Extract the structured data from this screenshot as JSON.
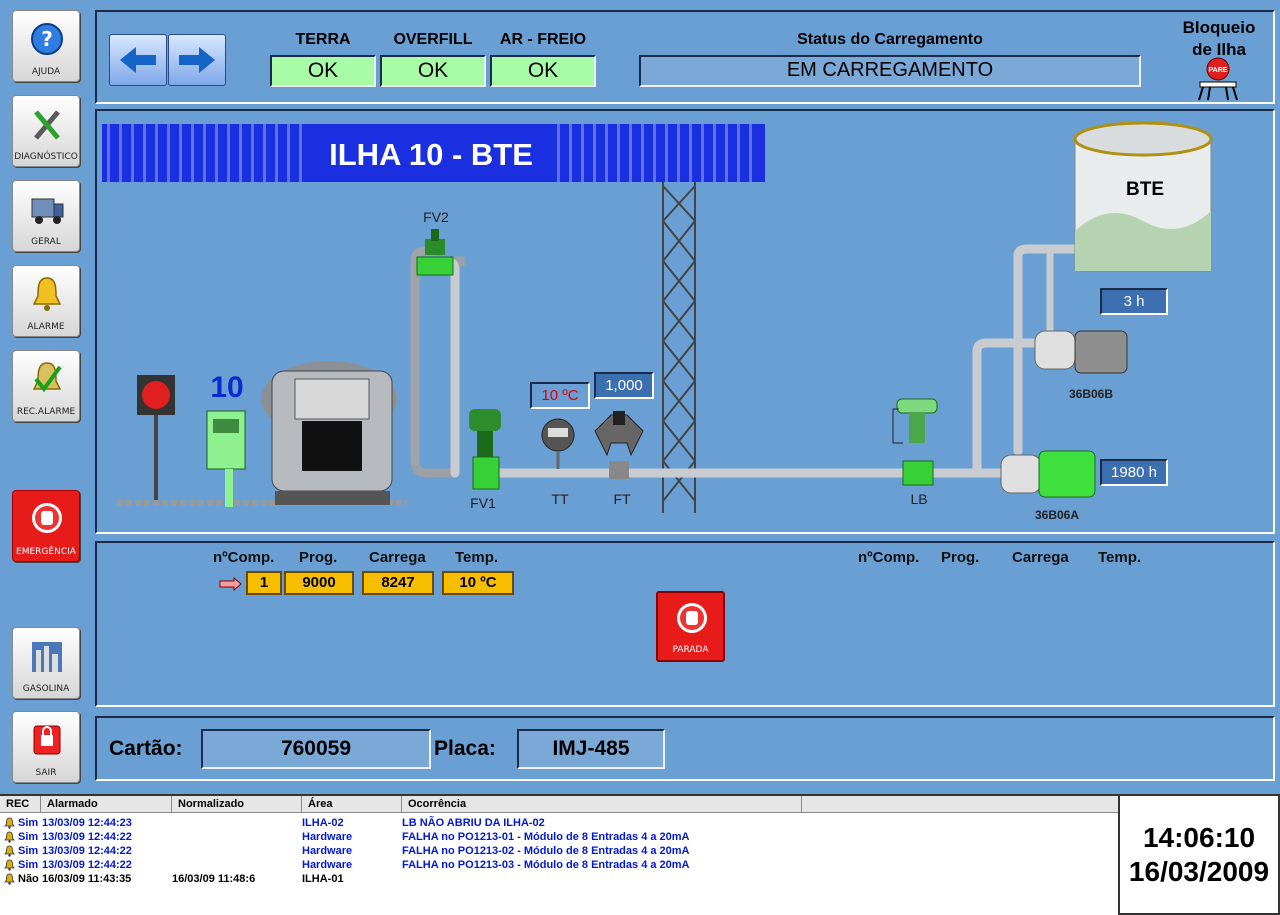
{
  "sidebar": {
    "items": [
      {
        "label": "AJUDA"
      },
      {
        "label": "DIAGNÓSTICO"
      },
      {
        "label": "GERAL"
      },
      {
        "label": "ALARME"
      },
      {
        "label": "REC.ALARME"
      },
      {
        "label": "EMERGÊNCIA"
      },
      {
        "label": "GASOLINA"
      },
      {
        "label": "SAIR"
      }
    ]
  },
  "header": {
    "terra_label": "TERRA",
    "terra_value": "OK",
    "overfill_label": "OVERFILL",
    "overfill_value": "OK",
    "arfreio_label": "AR - FREIO",
    "arfreio_value": "OK",
    "status_label": "Status do Carregamento",
    "status_value": "EM CARREGAMENTO",
    "lock_label_1": "Bloqueio",
    "lock_label_2": "de Ilha",
    "stop_sign": "PARE"
  },
  "process": {
    "title": "ILHA 10 - BTE",
    "island_number": "10",
    "tank_label": "BTE",
    "labels": {
      "fv2": "FV2",
      "fv1": "FV1",
      "tt": "TT",
      "ft": "FT",
      "lb": "LB",
      "pump_b": "36B06B",
      "pump_a": "36B06A"
    },
    "temp_reading": "10 ºC",
    "flow_reading": "1,000",
    "hours_b": "3 h",
    "hours_a": "1980 h",
    "temp_color": "#e00000"
  },
  "compartments": {
    "headers": [
      "nºComp.",
      "Prog.",
      "Carrega",
      "Temp."
    ],
    "rows": [
      {
        "comp": "1",
        "prog": "9000",
        "carrega": "8247",
        "temp": "10 ºC"
      }
    ],
    "stop_label": "PARADA"
  },
  "card": {
    "cartao_label": "Cartão:",
    "cartao_value": "760059",
    "placa_label": "Placa:",
    "placa_value": "IMJ-485"
  },
  "alarms": {
    "columns": [
      "REC",
      "Alarmado",
      "Normalizado",
      "Área",
      "Ocorrência"
    ],
    "rows": [
      {
        "rec": "Sim",
        "alarmado": "13/03/09 12:44:23",
        "normalizado": "",
        "area": "ILHA-02",
        "ocorrencia": "LB NÃO ABRIU DA ILHA-02",
        "color": "#0018d8"
      },
      {
        "rec": "Sim",
        "alarmado": "13/03/09 12:44:22",
        "normalizado": "",
        "area": "Hardware",
        "ocorrencia": "FALHA no PO1213-01 - Módulo de 8 Entradas 4 a 20mA",
        "color": "#0018d8"
      },
      {
        "rec": "Sim",
        "alarmado": "13/03/09 12:44:22",
        "normalizado": "",
        "area": "Hardware",
        "ocorrencia": "FALHA no PO1213-02 - Módulo de 8 Entradas 4 a 20mA",
        "color": "#0018d8"
      },
      {
        "rec": "Sim",
        "alarmado": "13/03/09 12:44:22",
        "normalizado": "",
        "area": "Hardware",
        "ocorrencia": "FALHA no PO1213-03 - Módulo de 8 Entradas 4 a 20mA",
        "color": "#0018d8"
      },
      {
        "rec": "Não",
        "alarmado": "16/03/09 11:43:35",
        "normalizado": "16/03/09 11:48:6",
        "area": "ILHA-01",
        "ocorrencia": "",
        "color": "#000000"
      }
    ]
  },
  "clock": {
    "time": "14:06:10",
    "date": "16/03/2009"
  }
}
